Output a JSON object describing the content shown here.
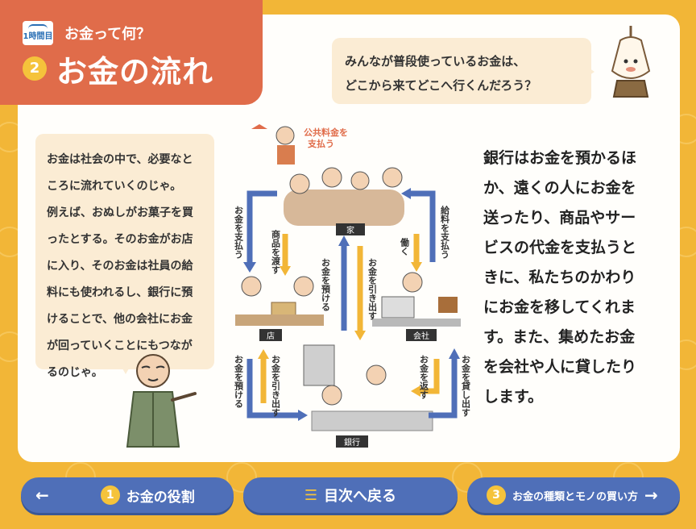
{
  "header": {
    "lesson_badge": "1時間目",
    "subtitle": "お金って何？",
    "number": "2",
    "title": "お金の流れ"
  },
  "question": {
    "line1": "みんなが普段使っているお金は、",
    "line2": "どこから来てどこへ行くんだろう？"
  },
  "explanation_left": [
    "お金は社会の中で、必要なと",
    "ころに流れていくのじゃ。",
    "例えば、おぬしがお菓子を買",
    "ったとする。そのお金がお店",
    "に入り、そのお金は社員の給",
    "料にも使われるし、銀行に預",
    "けることで、他の会社にお金",
    "が回っていくことにもつなが",
    "るのじゃ。"
  ],
  "explanation_right": [
    "銀行はお金を預かるほ",
    "か、遠くの人にお金を",
    "送ったり、商品やサー",
    "ビスの代金を支払うと",
    "きに、私たちのかわり",
    "にお金を移してくれま",
    "す。また、集めたお金",
    "を会社や人に貸したり",
    "します。"
  ],
  "diagram": {
    "public_fee": "公共料金を\n支払う",
    "house": "家",
    "shop": "店",
    "company": "会社",
    "bank": "銀行",
    "pay_left": "お金を支払う",
    "deliver_goods": "商品を渡す",
    "deposit_home": "お金を預ける",
    "withdraw_home": "お金を引き出す",
    "work": "働く",
    "pay_salary": "給料を支払う",
    "withdraw_shop": "お金を引き出す",
    "deposit_shop": "お金を預ける",
    "return_money": "お金を返す",
    "lend_money": "お金を貸し出す"
  },
  "nav": {
    "prev_number": "1",
    "prev_label": "お金の役割",
    "toc_label": "目次へ戻る",
    "next_number": "3",
    "next_label": "お金の種類とモノの買い方"
  },
  "colors": {
    "background": "#f2b637",
    "title_block": "#e06c4a",
    "nav_button": "#4f6fb8",
    "arrow_blue": "#4f6fb8",
    "arrow_yellow": "#f2b637"
  }
}
